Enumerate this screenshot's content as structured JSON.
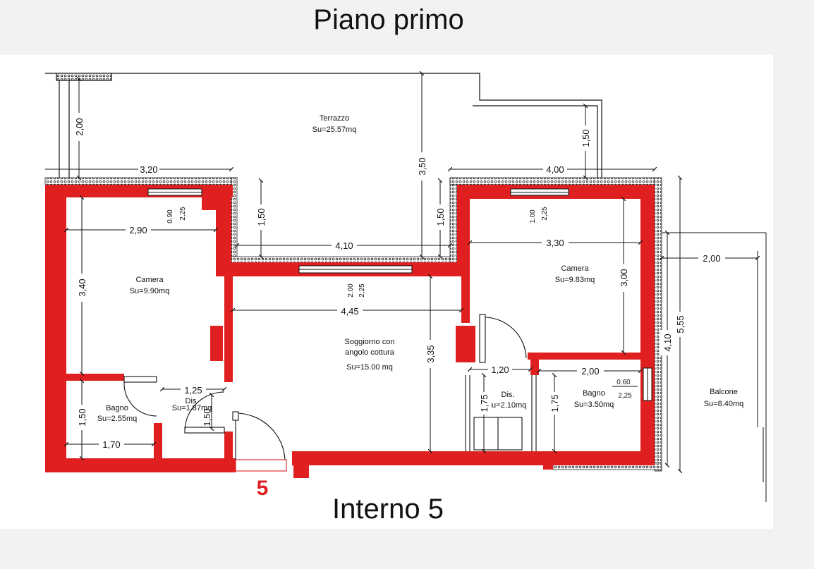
{
  "titles": {
    "top": "Piano primo",
    "bottom": "Interno 5"
  },
  "unit_marker": "5",
  "colors": {
    "wall": "#e02020",
    "hatch": "#222222",
    "line": "#111111",
    "background": "#ffffff",
    "unit_marker": "#e02020"
  },
  "rooms": [
    {
      "name": "Terrazzo",
      "area": "Su=25.57mq"
    },
    {
      "name": "Camera",
      "area": "Su=9.90mq"
    },
    {
      "name": "Camera",
      "area": "Su=9.83mq"
    },
    {
      "name": "Soggiorno con",
      "name2": "angolo cottura",
      "area": "Su=15.00 mq"
    },
    {
      "name": "Bagno",
      "area": "Su=2.55mq"
    },
    {
      "name": "Dis.",
      "area": "Su=1.87mq"
    },
    {
      "name": "Dis.",
      "area": "Su=2.10mq"
    },
    {
      "name": "Bagno",
      "area": "Su=3.50mq"
    },
    {
      "name": "Balcone",
      "area": "Su=8.40mq"
    }
  ],
  "dimensions": {
    "terrazzo_depth": "2,00",
    "left_width": "3,20",
    "terrazzo_height": "3,50",
    "right_top_width": "4,00",
    "right_top_depth": "1,50",
    "camera_left_width": "2,90",
    "window_left_sill": "0.90",
    "window_left_height": "2,25",
    "recess_left": "1,50",
    "recess_width": "4,10",
    "recess_right": "1,50",
    "window_right_sill": "1.00",
    "window_right_height": "2,25",
    "camera_right_width": "3,30",
    "balcone_width": "2,00",
    "camera_left_height": "3,40",
    "window_mid_sill": "2.00",
    "window_mid_height": "2,25",
    "soggiorno_width": "4,45",
    "camera_right_height": "3,00",
    "right_total_a": "4,10",
    "right_total_b": "5,55",
    "soggiorno_height": "3,35",
    "dis_width": "1,20",
    "bagno_right_width": "2,00",
    "bagno_window_sill": "0.60",
    "bagno_window_height": "2,25",
    "dis_left_width": "1,25",
    "dis_left_height": "1,50",
    "bagno_left_height": "1,50",
    "bagno_left_width": "1,70",
    "dis_right_height": "1,75",
    "bagno_right_height": "1,75"
  }
}
